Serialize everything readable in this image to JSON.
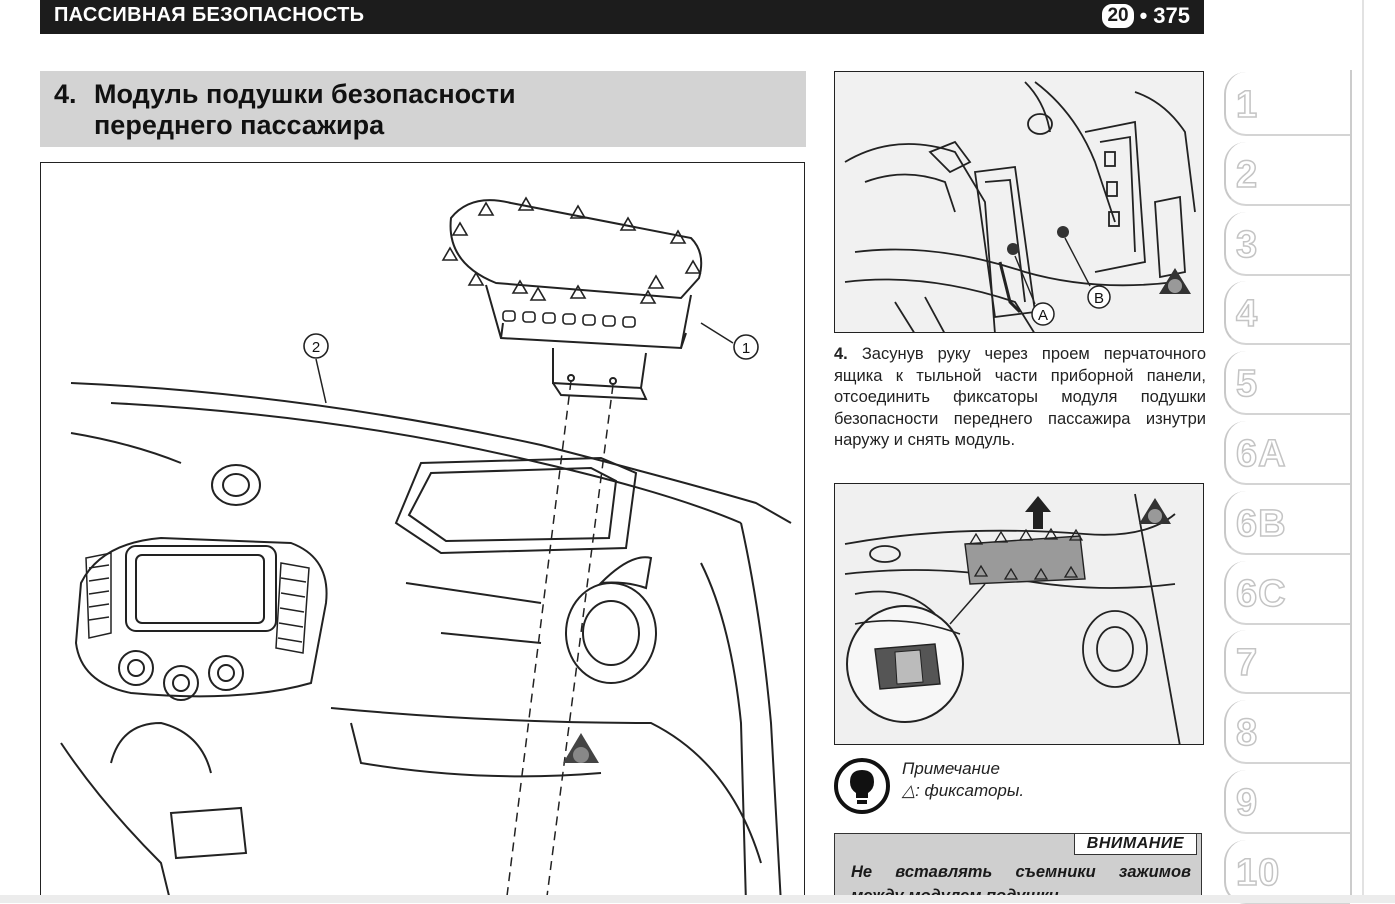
{
  "header": {
    "section_name": "ПАССИВНАЯ БЕЗОПАСНОСТЬ",
    "chapter": "20",
    "separator": "•",
    "page": "375"
  },
  "section": {
    "number": "4.",
    "title_line1": "Модуль подушки безопасности",
    "title_line2": "переднего пассажира"
  },
  "main_figure": {
    "callout_1": "1",
    "callout_2": "2"
  },
  "photo_top": {
    "label_a": "A",
    "label_b": "B"
  },
  "step": {
    "number": "4.",
    "text": "Засунув руку через проем перчаточного ящика к тыльной части приборной панели, отсоединить фиксаторы модуля подушки безопасности переднего пассажира изнутри наружу и снять модуль."
  },
  "note": {
    "heading": "Примечание",
    "symbol": "△",
    "text": ": фиксаторы."
  },
  "warning": {
    "label": "ВНИМАНИЕ",
    "text": "Не вставлять съемники зажимов между модулем подушки"
  },
  "chapter_tabs": [
    "1",
    "2",
    "3",
    "4",
    "5",
    "6A",
    "6B",
    "6C",
    "7",
    "8",
    "9",
    "10"
  ]
}
